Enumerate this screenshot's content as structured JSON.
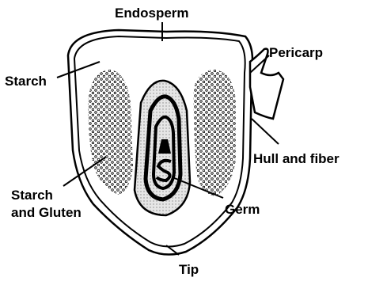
{
  "diagram": {
    "title": "",
    "labels": {
      "endosperm": "Endosperm",
      "pericarp": "Pericarp",
      "starch": "Starch",
      "hull_and_fiber": "Hull and fiber",
      "starch_and_gluten_line1": "Starch",
      "starch_and_gluten_line2": "and Gluten",
      "germ": "Germ",
      "tip": "Tip"
    },
    "colors": {
      "outline": "#000000",
      "background": "#ffffff",
      "germ_fill": "#d9d9d9",
      "tip_fill": "#444444"
    }
  }
}
